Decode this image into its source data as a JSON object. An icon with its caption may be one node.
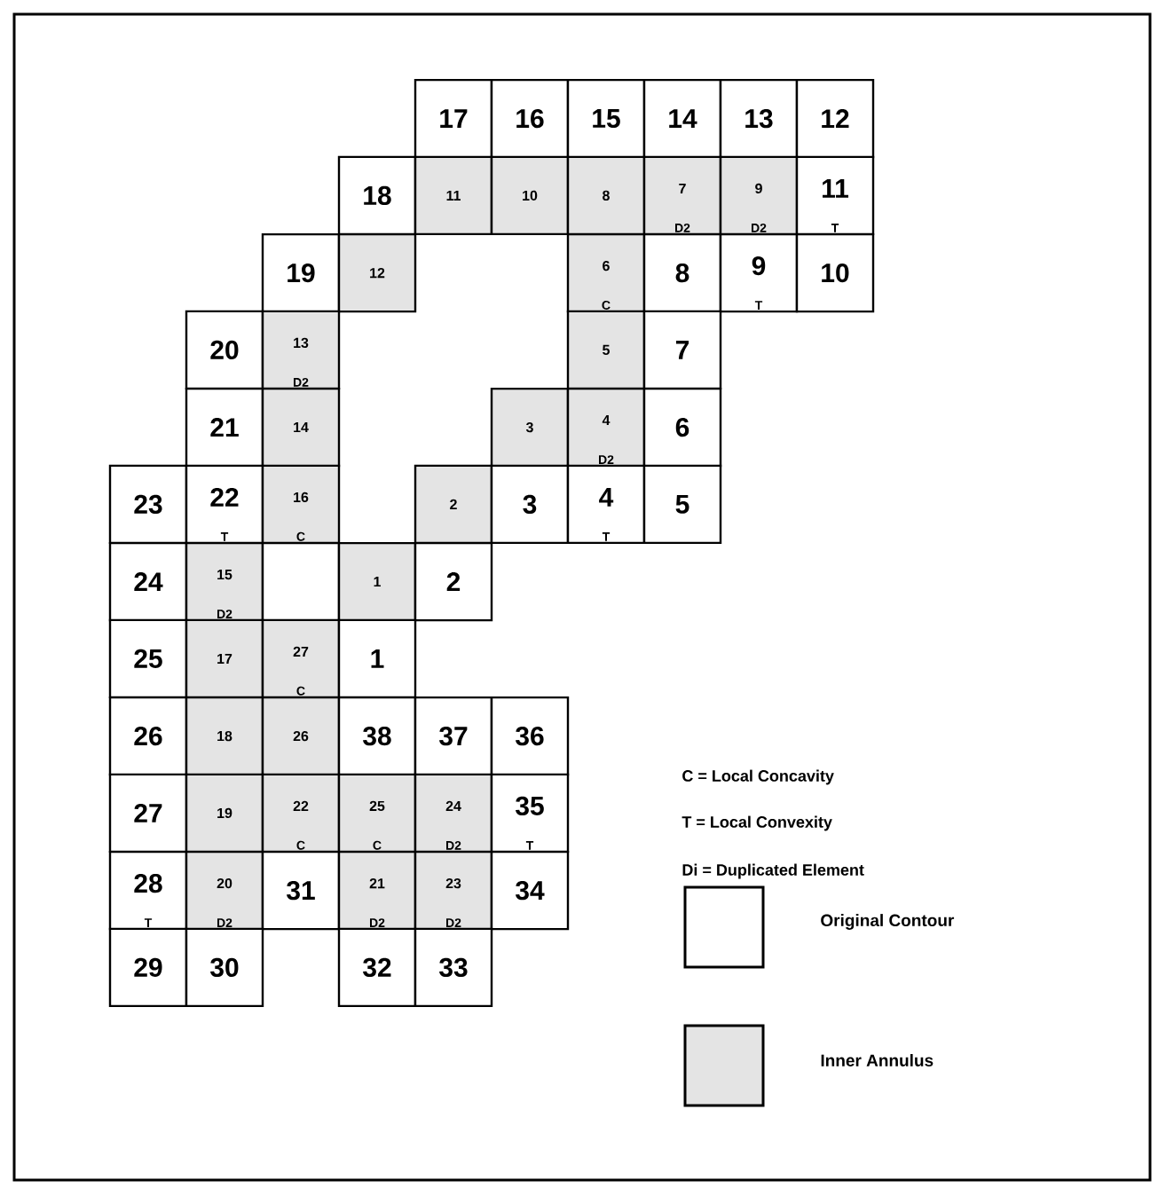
{
  "diagram": {
    "nodes": [
      {
        "text": [
          "17"
        ]
      },
      {
        "text": [
          "16"
        ]
      },
      {
        "text": [
          "15"
        ]
      },
      {
        "text": [
          "14"
        ]
      },
      {
        "text": [
          "13"
        ]
      },
      {
        "text": [
          "12"
        ]
      },
      {
        "text": [
          "18"
        ]
      },
      {
        "text": [
          "11"
        ]
      },
      {
        "text": [
          "10"
        ]
      },
      {
        "text": [
          "8"
        ]
      },
      {
        "text": [
          "7",
          "D2"
        ]
      },
      {
        "text": [
          "9",
          "D2"
        ]
      },
      {
        "text": [
          "11",
          "T"
        ]
      },
      {
        "text": [
          "19"
        ]
      },
      {
        "text": [
          "12"
        ]
      },
      {
        "text": [
          "6",
          "C"
        ]
      },
      {
        "text": [
          "8"
        ]
      },
      {
        "text": [
          "9",
          "T"
        ]
      },
      {
        "text": [
          "10"
        ]
      },
      {
        "text": [
          "20"
        ]
      },
      {
        "text": [
          "13",
          "D2"
        ]
      },
      {
        "text": [
          "5"
        ]
      },
      {
        "text": [
          "7"
        ]
      },
      {
        "text": [
          "21"
        ]
      },
      {
        "text": [
          "14"
        ]
      },
      {
        "text": [
          "3"
        ]
      },
      {
        "text": [
          "4",
          "D2"
        ]
      },
      {
        "text": [
          "6"
        ]
      },
      {
        "text": [
          "23"
        ]
      },
      {
        "text": [
          "22",
          "T"
        ]
      },
      {
        "text": [
          "16",
          "C"
        ]
      },
      {
        "text": [
          "2"
        ]
      },
      {
        "text": [
          "3"
        ]
      },
      {
        "text": [
          "4",
          "T"
        ]
      },
      {
        "text": [
          "5"
        ]
      },
      {
        "text": [
          "24"
        ]
      },
      {
        "text": [
          "15",
          "D2"
        ]
      },
      {
        "text": [],
        "shape": "box"
      },
      {
        "text": [
          "1"
        ]
      },
      {
        "text": [
          "2"
        ]
      },
      {
        "text": [
          "25"
        ]
      },
      {
        "text": [
          "17"
        ]
      },
      {
        "text": [
          "27",
          "C"
        ]
      },
      {
        "text": [
          "1"
        ]
      },
      {
        "text": [
          "26"
        ]
      },
      {
        "text": [
          "18"
        ]
      },
      {
        "text": [
          "26"
        ]
      },
      {
        "text": [
          "38"
        ]
      },
      {
        "text": [
          "37"
        ]
      },
      {
        "text": [
          "36"
        ]
      },
      {
        "text": [
          "27"
        ]
      },
      {
        "text": [
          "19"
        ]
      },
      {
        "text": [
          "22",
          "C"
        ]
      },
      {
        "text": [
          "25",
          "C"
        ]
      },
      {
        "text": [
          "24",
          "D2"
        ]
      },
      {
        "text": [
          "35",
          "T"
        ]
      },
      {
        "text": [
          "28",
          "T"
        ]
      },
      {
        "text": [
          "20",
          "D2"
        ]
      },
      {
        "text": [
          "31"
        ]
      },
      {
        "text": [
          "21",
          "D2"
        ]
      },
      {
        "text": [
          "23",
          "D2"
        ]
      },
      {
        "text": [
          "34"
        ]
      },
      {
        "text": [
          "29"
        ]
      },
      {
        "text": [
          "30"
        ]
      },
      {
        "text": [
          "32"
        ]
      },
      {
        "text": [
          "33"
        ]
      }
    ],
    "labels": [
      "C = Local Concavity",
      "T = Local Convexity",
      "Di = Duplicated Element"
    ],
    "legend": [
      {
        "text": "Original Contour"
      },
      {
        "text": "Inner Annulus",
        "color": "#e4e4e4"
      }
    ]
  }
}
